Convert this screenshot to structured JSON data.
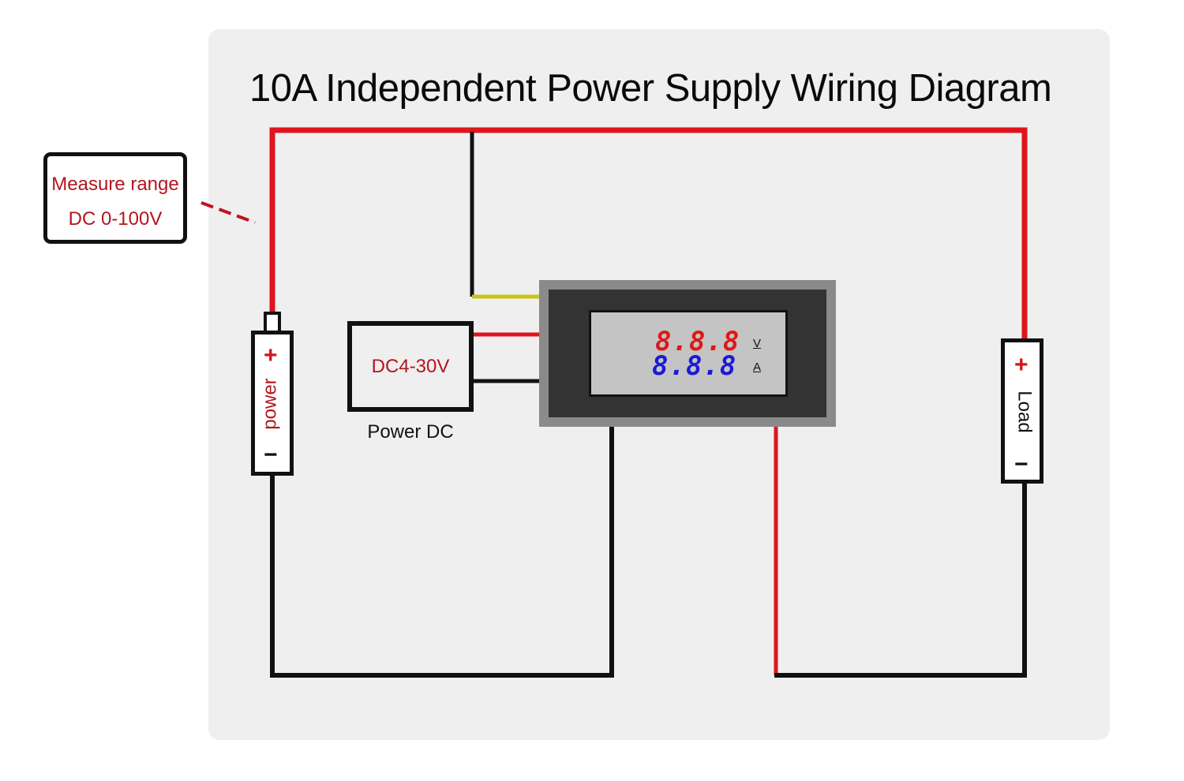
{
  "title": "10A Independent Power Supply Wiring Diagram",
  "callout": {
    "line1": "Measure range",
    "line2": "DC 0-100V"
  },
  "power_source": {
    "label": "power",
    "plus": "+",
    "minus": "−"
  },
  "load": {
    "label": "Load",
    "plus": "+",
    "minus": "−"
  },
  "dc_supply": {
    "label": "DC4-30V",
    "caption": "Power DC"
  },
  "meter": {
    "voltage_display": "8.8.8",
    "current_display": "8.8.8",
    "voltage_unit": "V",
    "current_unit": "A"
  },
  "colors": {
    "positive_wire": "#e0141c",
    "negative_wire": "#111111",
    "signal_wire": "#c8c418",
    "text_red": "#b3151d"
  }
}
